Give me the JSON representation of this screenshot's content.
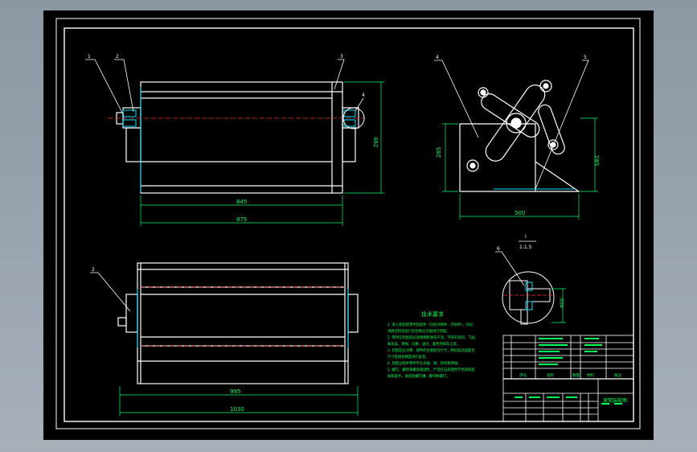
{
  "front_view": {
    "labels": [
      "1",
      "2",
      "3",
      "4"
    ],
    "dims": {
      "inner_length": "845",
      "outer_length": "875",
      "height": "462"
    }
  },
  "side_view": {
    "labels": [
      "4",
      "5"
    ],
    "dims": {
      "width": "500",
      "left_height": "265",
      "right_height": "285"
    }
  },
  "plan_view": {
    "labels": [
      "2"
    ],
    "dims": {
      "inner_length": "995",
      "outer_length": "1030"
    }
  },
  "detail_view": {
    "title": "I",
    "scale": "1:1.5",
    "labels": [
      "6"
    ],
    "dims": {
      "diameter": "Φ50"
    }
  },
  "tech_notes": {
    "title": "技术要求",
    "lines": [
      "1. 进入装配的零件及部件（包括外购件、外协件），均必",
      "须具有检验部门的合格证方能进行装配。",
      "2. 零件在装配前必须清理和清洗干净，不得有毛刺、飞边、",
      "氧化皮、锈蚀、切屑、油污、着色剂和灰尘等。",
      "3. 装配前应对零、部件的主要配合尺寸，特别是过盈配合",
      "尺寸及相关精度进行复查。",
      "4. 装配过程中零件不允许磕、碰、划伤和锈蚀。",
      "5. 螺钉、螺栓和螺母紧固时，严禁打击或使用不合适的旋",
      "具和扳手。紧固后螺钉槽、螺母和螺钉。"
    ]
  },
  "title_block": {
    "parts_header": [
      "序号",
      "名称",
      "数量",
      "材料",
      "备注"
    ],
    "drawing_title": "滚筒装配图"
  }
}
